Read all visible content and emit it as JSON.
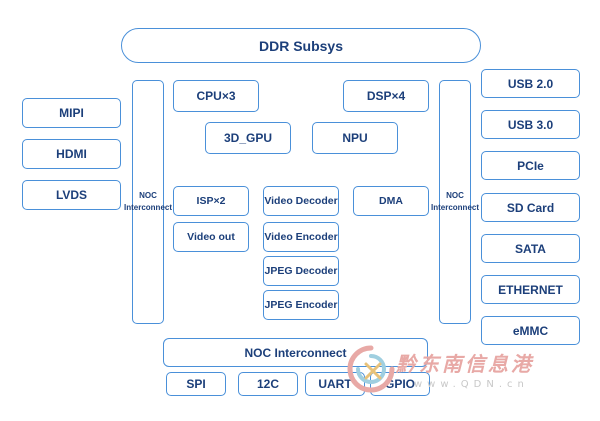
{
  "title": "DDR Subsys",
  "left_io": [
    "MIPI",
    "HDMI",
    "LVDS"
  ],
  "right_io": [
    "USB 2.0",
    "USB 3.0",
    "PCIe",
    "SD Card",
    "SATA",
    "ETHERNET",
    "eMMC"
  ],
  "noc_vertical_label": "NOC Interconnect",
  "cores": {
    "cpu": "CPU×3",
    "dsp": "DSP×4",
    "gpu": "3D_GPU",
    "npu": "NPU"
  },
  "media": {
    "isp": "ISP×2",
    "video_out": "Video out",
    "video_decoder": "Video Decoder",
    "video_encoder": "Video Encoder",
    "jpeg_decoder": "JPEG Decoder",
    "jpeg_encoder": "JPEG Encoder",
    "dma": "DMA"
  },
  "noc_bottom": "NOC Interconnect",
  "bottom_io": [
    "SPI",
    "12C",
    "UART",
    "GPIO"
  ],
  "watermark": {
    "cn": "黔东南信息港",
    "url": "www.QDN.cn"
  },
  "colors": {
    "border": "#4a90d9",
    "text": "#1c3f7a",
    "watermark_red": "#e8a9a6"
  }
}
